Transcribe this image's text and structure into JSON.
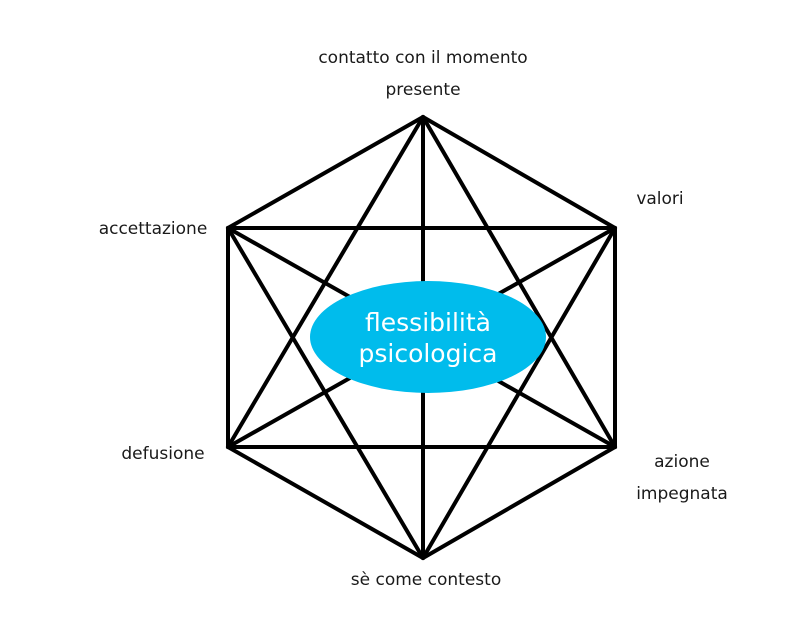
{
  "diagram": {
    "title": "Hexaflex",
    "center": {
      "lines": [
        "flessibilità",
        "psicologica"
      ],
      "color": "#00bcec",
      "text_color": "#ffffff"
    },
    "nodes": [
      {
        "id": "top",
        "label_lines": [
          "contatto con il momento",
          "presente"
        ]
      },
      {
        "id": "top-right",
        "label_lines": [
          "valori"
        ]
      },
      {
        "id": "bottom-right",
        "label_lines": [
          "azione",
          "impegnata"
        ]
      },
      {
        "id": "bottom",
        "label_lines": [
          "sè come contesto"
        ]
      },
      {
        "id": "bottom-left",
        "label_lines": [
          "defusione"
        ]
      },
      {
        "id": "top-left",
        "label_lines": [
          "accettazione"
        ]
      }
    ],
    "edges": "all-pairs",
    "line_color": "#000000"
  }
}
